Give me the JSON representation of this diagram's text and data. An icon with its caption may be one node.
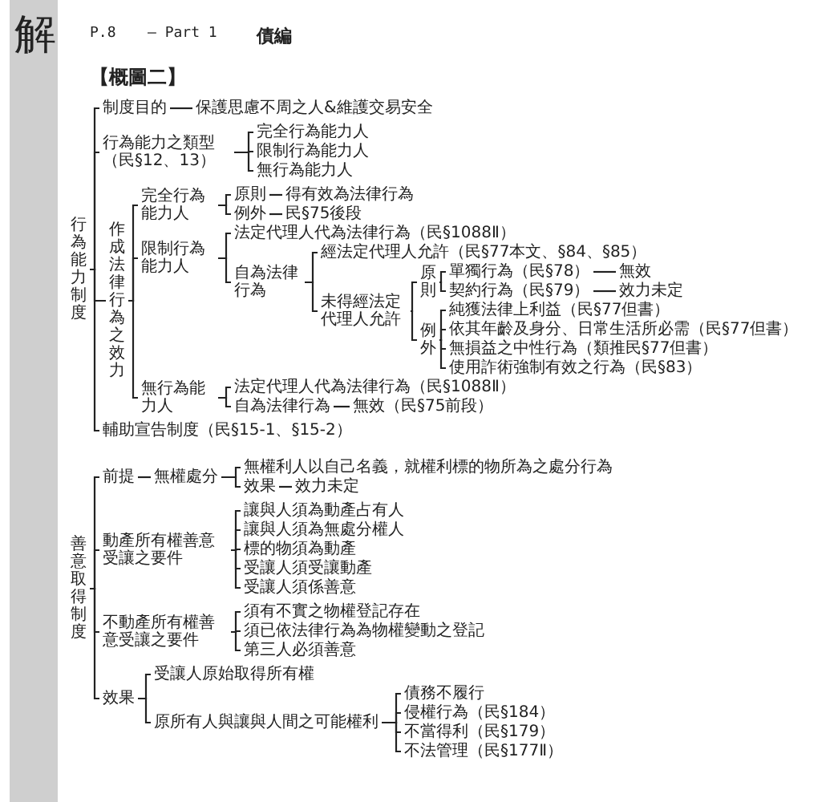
{
  "diagram": {
    "title": "【概圖二】",
    "nodes": [
      {
        "text": [
          "行為能力制度"
        ]
      },
      {
        "text": [
          "制度目的"
        ]
      },
      {
        "text": [
          "保護思慮不周之人&維護交易安全"
        ]
      },
      {
        "text": [
          "行為能力之類型（民§12、13）"
        ]
      },
      {
        "text": [
          "完全行為能力人"
        ]
      },
      {
        "text": [
          "限制行為能力人"
        ]
      },
      {
        "text": [
          "無行為能力人"
        ]
      },
      {
        "text": [
          "作成法律行為之效力"
        ]
      },
      {
        "text": [
          "完全行為能力人"
        ]
      },
      {
        "text": [
          "原則"
        ]
      },
      {
        "text": [
          "得有效為法律行為"
        ]
      },
      {
        "text": [
          "例外"
        ]
      },
      {
        "text": [
          "民§75後段"
        ]
      },
      {
        "text": [
          "限制行為能力人"
        ]
      },
      {
        "text": [
          "法定代理人代為法律行為（民§1088Ⅱ）"
        ]
      },
      {
        "text": [
          "自為法律行為"
        ]
      },
      {
        "text": [
          "經法定代理人允許（民§77本文、§84、§85）"
        ]
      },
      {
        "text": [
          "未得經法定代理人允許"
        ]
      },
      {
        "text": [
          "原則"
        ]
      },
      {
        "text": [
          "單獨行為（民§78）"
        ]
      },
      {
        "text": [
          "無效"
        ]
      },
      {
        "text": [
          "契約行為（民§79）"
        ]
      },
      {
        "text": [
          "效力未定"
        ]
      },
      {
        "text": [
          "例外"
        ]
      },
      {
        "text": [
          "純獲法律上利益（民§77但書）"
        ]
      },
      {
        "text": [
          "依其年齡及身分、日常生活所必需（民§77但書）"
        ]
      },
      {
        "text": [
          "無損益之中性行為（類推民§77但書）"
        ]
      },
      {
        "text": [
          "使用詐術強制有效之行為（民§83）"
        ]
      },
      {
        "text": [
          "無行為能力人"
        ]
      },
      {
        "text": [
          "法定代理人代為法律行為（民§1088Ⅱ）"
        ]
      },
      {
        "text": [
          "自為法律行為"
        ]
      },
      {
        "text": [
          "無效（民§75前段）"
        ]
      },
      {
        "text": [
          "輔助宣告制度（民§15-1、§15-2）"
        ]
      },
      {
        "text": [
          "善意取得制度"
        ]
      },
      {
        "text": [
          "前提"
        ]
      },
      {
        "text": [
          "無權處分"
        ]
      },
      {
        "text": [
          "無權利人以自己名義，就權利標的物所為之處分行為"
        ]
      },
      {
        "text": [
          "效果"
        ]
      },
      {
        "text": [
          "效力未定"
        ]
      },
      {
        "text": [
          "動產所有權善意受讓之要件"
        ]
      },
      {
        "text": [
          "讓與人須為動產占有人"
        ]
      },
      {
        "text": [
          "讓與人須為無處分權人"
        ]
      },
      {
        "text": [
          "標的物須為動產"
        ]
      },
      {
        "text": [
          "受讓人須受讓動產"
        ]
      },
      {
        "text": [
          "受讓人須係善意"
        ]
      },
      {
        "text": [
          "不動產所有權善意受讓之要件"
        ]
      },
      {
        "text": [
          "須有不實之物權登記存在"
        ]
      },
      {
        "text": [
          "須已依法律行為為物權變動之登記"
        ]
      },
      {
        "text": [
          "第三人必須善意"
        ]
      },
      {
        "text": [
          "效果"
        ]
      },
      {
        "text": [
          "受讓人原始取得所有權"
        ]
      },
      {
        "text": [
          "原所有人與讓與人間之可能權利"
        ]
      },
      {
        "text": [
          "債務不履行"
        ]
      },
      {
        "text": [
          "侵權行為（民§184）"
        ]
      },
      {
        "text": [
          "不當得利（民§179）"
        ]
      },
      {
        "text": [
          "不法管理（民§177Ⅱ）"
        ]
      }
    ],
    "edges": [
      {
        "from": 0,
        "to": 1,
        "arrow": "none"
      },
      {
        "from": 1,
        "to": 2,
        "arrow": "none"
      },
      {
        "from": 0,
        "to": 3,
        "arrow": "none"
      },
      {
        "from": 3,
        "to": 4,
        "arrow": "none"
      },
      {
        "from": 3,
        "to": 5,
        "arrow": "none"
      },
      {
        "from": 3,
        "to": 6,
        "arrow": "none"
      },
      {
        "from": 0,
        "to": 7,
        "arrow": "none"
      },
      {
        "from": 7,
        "to": 8,
        "arrow": "none"
      },
      {
        "from": 8,
        "to": 9,
        "arrow": "none"
      },
      {
        "from": 9,
        "to": 10,
        "arrow": "none"
      },
      {
        "from": 8,
        "to": 11,
        "arrow": "none"
      },
      {
        "from": 11,
        "to": 12,
        "arrow": "none"
      },
      {
        "from": 7,
        "to": 13,
        "arrow": "none"
      },
      {
        "from": 13,
        "to": 14,
        "arrow": "none"
      },
      {
        "from": 13,
        "to": 15,
        "arrow": "none"
      },
      {
        "from": 15,
        "to": 16,
        "arrow": "none"
      },
      {
        "from": 15,
        "to": 17,
        "arrow": "none"
      },
      {
        "from": 17,
        "to": 18,
        "arrow": "none"
      },
      {
        "from": 18,
        "to": 19,
        "arrow": "none"
      },
      {
        "from": 19,
        "to": 20,
        "arrow": "none"
      },
      {
        "from": 18,
        "to": 21,
        "arrow": "none"
      },
      {
        "from": 21,
        "to": 22,
        "arrow": "none"
      },
      {
        "from": 17,
        "to": 23,
        "arrow": "none"
      },
      {
        "from": 23,
        "to": 24,
        "arrow": "none"
      },
      {
        "from": 23,
        "to": 25,
        "arrow": "none"
      },
      {
        "from": 23,
        "to": 26,
        "arrow": "none"
      },
      {
        "from": 23,
        "to": 27,
        "arrow": "none"
      },
      {
        "from": 7,
        "to": 28,
        "arrow": "none"
      },
      {
        "from": 28,
        "to": 29,
        "arrow": "none"
      },
      {
        "from": 28,
        "to": 30,
        "arrow": "none"
      },
      {
        "from": 30,
        "to": 31,
        "arrow": "none"
      },
      {
        "from": 0,
        "to": 32,
        "arrow": "none"
      },
      {
        "from": 33,
        "to": 34,
        "arrow": "none"
      },
      {
        "from": 34,
        "to": 35,
        "arrow": "none"
      },
      {
        "from": 35,
        "to": 36,
        "arrow": "none"
      },
      {
        "from": 35,
        "to": 37,
        "arrow": "none"
      },
      {
        "from": 37,
        "to": 38,
        "arrow": "none"
      },
      {
        "from": 33,
        "to": 39,
        "arrow": "none"
      },
      {
        "from": 39,
        "to": 40,
        "arrow": "none"
      },
      {
        "from": 39,
        "to": 41,
        "arrow": "none"
      },
      {
        "from": 39,
        "to": 42,
        "arrow": "none"
      },
      {
        "from": 39,
        "to": 43,
        "arrow": "none"
      },
      {
        "from": 39,
        "to": 44,
        "arrow": "none"
      },
      {
        "from": 33,
        "to": 45,
        "arrow": "none"
      },
      {
        "from": 45,
        "to": 46,
        "arrow": "none"
      },
      {
        "from": 45,
        "to": 47,
        "arrow": "none"
      },
      {
        "from": 45,
        "to": 48,
        "arrow": "none"
      },
      {
        "from": 33,
        "to": 49,
        "arrow": "none"
      },
      {
        "from": 49,
        "to": 50,
        "arrow": "none"
      },
      {
        "from": 49,
        "to": 51,
        "arrow": "none"
      },
      {
        "from": 51,
        "to": 52,
        "arrow": "none"
      },
      {
        "from": 51,
        "to": 53,
        "arrow": "none"
      },
      {
        "from": 51,
        "to": 54,
        "arrow": "none"
      },
      {
        "from": 51,
        "to": 55,
        "arrow": "none"
      }
    ],
    "labels": [
      "解",
      "P.8",
      "— Part 1",
      "債編"
    ]
  }
}
